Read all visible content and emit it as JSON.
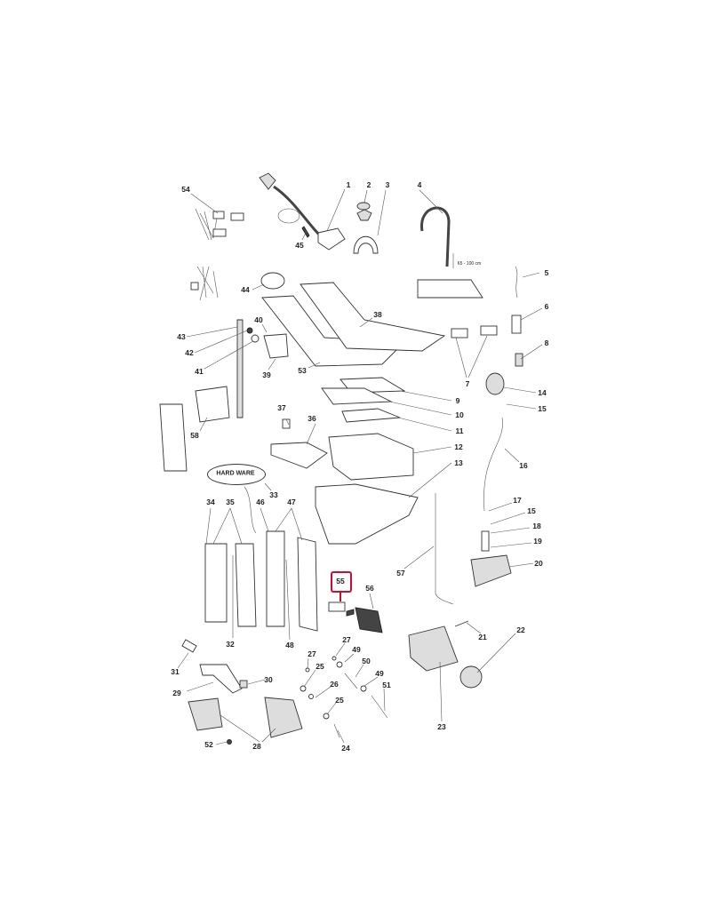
{
  "diagram": {
    "part_numbers": {
      "p1": "1",
      "p2": "2",
      "p3": "3",
      "p4": "4",
      "p5": "5",
      "p6": "6",
      "p7": "7",
      "p8": "8",
      "p9": "9",
      "p10": "10",
      "p11": "11",
      "p12": "12",
      "p13": "13",
      "p14": "14",
      "p15a": "15",
      "p15b": "15",
      "p16": "16",
      "p17": "17",
      "p18": "18",
      "p19": "19",
      "p20": "20",
      "p21": "21",
      "p22": "22",
      "p23": "23",
      "p24": "24",
      "p25a": "25",
      "p25b": "25",
      "p26": "26",
      "p27a": "27",
      "p27b": "27",
      "p28": "28",
      "p29": "29",
      "p30": "30",
      "p31": "31",
      "p32": "32",
      "p33": "33",
      "p34": "34",
      "p35": "35",
      "p36": "36",
      "p37": "37",
      "p38": "38",
      "p39": "39",
      "p40": "40",
      "p41": "41",
      "p42": "42",
      "p43": "43",
      "p44": "44",
      "p45": "45",
      "p46": "46",
      "p47": "47",
      "p48": "48",
      "p49a": "49",
      "p49b": "49",
      "p50": "50",
      "p51": "51",
      "p52": "52",
      "p53": "53",
      "p54": "54",
      "p55": "55",
      "p56": "56",
      "p57": "57",
      "p58": "58"
    },
    "height_note": "65 - 100 cm",
    "hardware_label": "HARD WARE",
    "highlighted_part": "55",
    "highlight_color": "#c8102e"
  }
}
